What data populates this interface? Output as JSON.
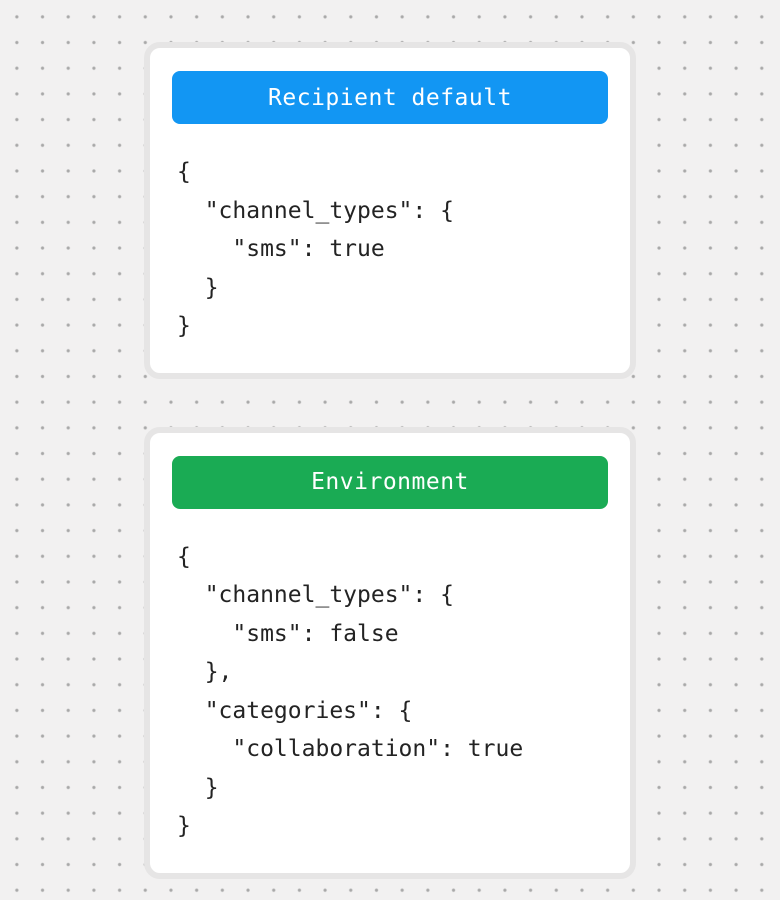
{
  "page": {
    "bg_color": "#f2f1f1",
    "dot_color": "#a8a8a8",
    "card_border_color": "#e6e5e5"
  },
  "cards": [
    {
      "badge_label": "Recipient default",
      "badge_color": "#1296f3",
      "code": "{\n  \"channel_types\": {\n    \"sms\": true\n  }\n}"
    },
    {
      "badge_label": "Environment",
      "badge_color": "#1aab54",
      "code": "{\n  \"channel_types\": {\n    \"sms\": false\n  },\n  \"categories\": {\n    \"collaboration\": true\n  }\n}"
    }
  ]
}
